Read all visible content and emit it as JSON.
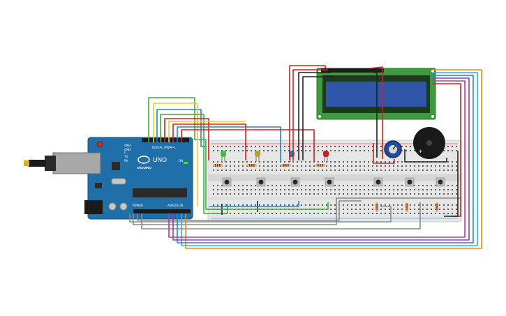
{
  "arduino": {
    "model_text": "UNO",
    "brand_text": "ARDUINO",
    "digital_header_text": "DIGITAL (PWM~)",
    "power_header_text": "POWER",
    "analog_header_text": "ANALOG IN",
    "aref_text": "AREF",
    "gnd_text": "GND",
    "tx_text": "TX",
    "rx_text": "RX",
    "l_text": "L",
    "on_text": "ON"
  },
  "components": {
    "leds": [
      {
        "color_name": "green",
        "color": "#3fbf3f"
      },
      {
        "color_name": "yellow",
        "color": "#b8a030"
      },
      {
        "color_name": "blue",
        "color": "#2f6fbf"
      },
      {
        "color_name": "red",
        "color": "#c02020"
      }
    ],
    "buttons_count_text": "",
    "lcd_screen_color": "#2f56a8",
    "lcd_board_color": "#3d9a3d",
    "breadboard_color": "#e8e8e8",
    "board_color": "#1f6fa8"
  },
  "buzzer": {
    "plus_text": "+"
  },
  "wire_colors": {
    "red": "#d42020",
    "black": "#222222",
    "green": "#3fae3f",
    "yellow": "#e6d21a",
    "blue": "#1e86d0",
    "orange": "#ee8a12",
    "gray": "#8a8a8a",
    "purple": "#8e3fb0",
    "magenta": "#d0308e",
    "cyan": "#30b0d8"
  }
}
